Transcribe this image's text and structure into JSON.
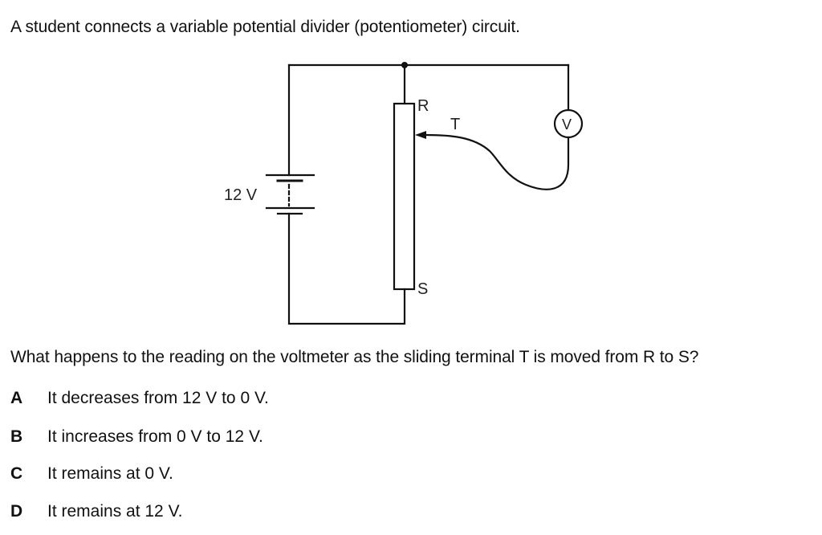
{
  "intro_text": "A student connects a variable potential divider (potentiometer) circuit.",
  "diagram": {
    "battery_label": "12 V",
    "resistor_top_label": "R",
    "resistor_bottom_label": "S",
    "slider_label": "T",
    "voltmeter_label": "V"
  },
  "question_text": "What happens to the reading on the voltmeter as the sliding terminal T is moved from R to S?",
  "options": [
    {
      "letter": "A",
      "text": "It decreases from 12 V to 0 V."
    },
    {
      "letter": "B",
      "text": "It increases from 0 V to 12 V."
    },
    {
      "letter": "C",
      "text": "It remains at 0 V."
    },
    {
      "letter": "D",
      "text": "It remains at 12 V."
    }
  ],
  "colors": {
    "ink": "#111111",
    "background": "#ffffff"
  }
}
